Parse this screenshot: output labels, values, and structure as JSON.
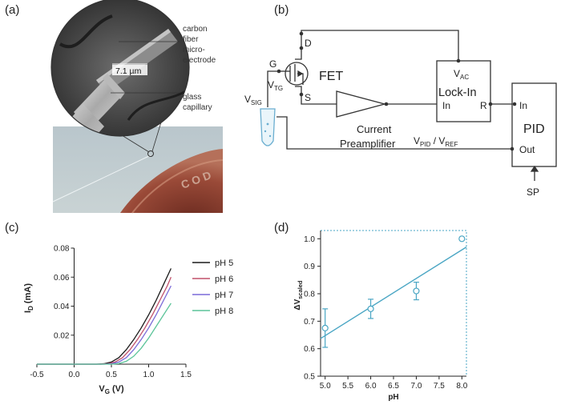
{
  "panels": {
    "a": "(a)",
    "b": "(b)",
    "c": "(c)",
    "d": "(d)"
  },
  "photo": {
    "label_fiber": [
      "carbon",
      "fiber",
      "micro-",
      "electrode"
    ],
    "scale": "7.1 µm",
    "label_glass": [
      "glass",
      "capillary"
    ],
    "coin_text": "C O D"
  },
  "circuit": {
    "g": "G",
    "d": "D",
    "s": "S",
    "vtg_main": "V",
    "vtg_sub": "TG",
    "vsig_main": "V",
    "vsig_sub": "SIG",
    "fet": "FET",
    "vac_main": "V",
    "vac_sub": "AC",
    "lockin": "Lock-In",
    "in1": "In",
    "r": "R",
    "preamp1": "Current",
    "preamp2": "Preamplifier",
    "vpid_main": "V",
    "vpid_sub": "PID",
    "vref_sep": " / V",
    "vref_sub": "REF",
    "in2": "In",
    "pid": "PID",
    "out": "Out",
    "sp": "SP"
  },
  "chart_data": [
    {
      "type": "line",
      "xlabel_main": "V",
      "xlabel_sub": "G",
      "xlabel_unit": " (V)",
      "ylabel_main": "I",
      "ylabel_sub": "D",
      "ylabel_unit": " (mA)",
      "xlim": [
        -0.5,
        1.5
      ],
      "ylim": [
        0,
        0.08
      ],
      "xticks": [
        "-0.5",
        "0.0",
        "0.5",
        "1.0",
        "1.5"
      ],
      "yticks": [
        "0.02",
        "0.04",
        "0.06",
        "0.08"
      ],
      "legend_position": "right",
      "series": [
        {
          "name": "pH 5",
          "color": "#1a1a1a",
          "x": [
            0.3,
            0.4,
            0.5,
            0.6,
            0.7,
            0.8,
            0.9,
            1.0,
            1.1,
            1.2,
            1.3
          ],
          "y": [
            0,
            0.0003,
            0.0015,
            0.0045,
            0.01,
            0.017,
            0.025,
            0.034,
            0.044,
            0.055,
            0.066
          ]
        },
        {
          "name": "pH 6",
          "color": "#c0506a",
          "x": [
            0.35,
            0.45,
            0.55,
            0.65,
            0.75,
            0.85,
            0.95,
            1.05,
            1.15,
            1.25,
            1.3
          ],
          "y": [
            0,
            0.0003,
            0.0015,
            0.0045,
            0.01,
            0.017,
            0.025,
            0.034,
            0.044,
            0.054,
            0.06
          ]
        },
        {
          "name": "pH 7",
          "color": "#7a6ad8",
          "x": [
            0.4,
            0.5,
            0.6,
            0.7,
            0.8,
            0.9,
            1.0,
            1.1,
            1.2,
            1.3
          ],
          "y": [
            0,
            0.0003,
            0.0015,
            0.0045,
            0.01,
            0.017,
            0.025,
            0.034,
            0.044,
            0.054
          ]
        },
        {
          "name": "pH 8",
          "color": "#5cc49a",
          "x": [
            0.5,
            0.6,
            0.7,
            0.8,
            0.9,
            1.0,
            1.1,
            1.2,
            1.3
          ],
          "y": [
            0,
            0.0004,
            0.002,
            0.0055,
            0.011,
            0.018,
            0.026,
            0.034,
            0.042
          ]
        }
      ]
    },
    {
      "type": "scatter",
      "xlabel": "pH",
      "ylabel_main": "ΔV",
      "ylabel_sub": "scaled",
      "xlim": [
        4.9,
        8.1
      ],
      "ylim": [
        0.5,
        1.03
      ],
      "xticks": [
        "5.0",
        "5.5",
        "6.0",
        "6.5",
        "7.0",
        "7.5",
        "8.0"
      ],
      "yticks": [
        "0.5",
        "0.6",
        "0.7",
        "0.8",
        "0.9",
        "1.0"
      ],
      "color": "#4aa6c4",
      "points": [
        {
          "x": 5.0,
          "y": 0.675,
          "err": 0.07
        },
        {
          "x": 6.0,
          "y": 0.745,
          "err": 0.035
        },
        {
          "x": 7.0,
          "y": 0.81,
          "err": 0.032
        },
        {
          "x": 8.0,
          "y": 1.0,
          "err": 0
        }
      ],
      "fit": {
        "x": [
          4.9,
          8.1
        ],
        "y": [
          0.637,
          0.97
        ]
      }
    }
  ]
}
